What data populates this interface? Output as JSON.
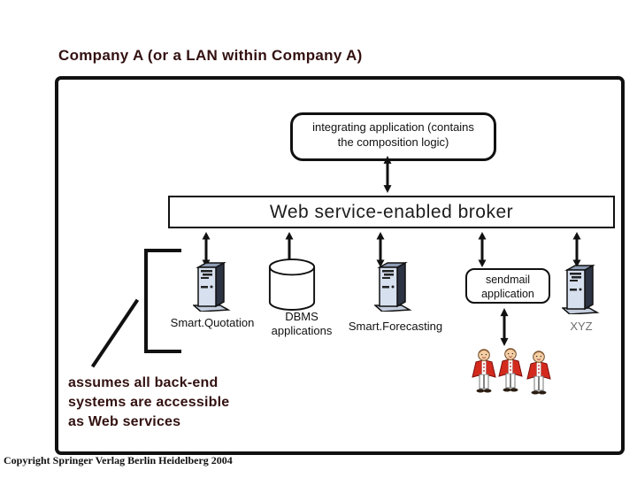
{
  "slide": {
    "title": "Company A (or a LAN within Company A)",
    "integrating_app": {
      "line1": "integrating application (contains",
      "line2": "the composition logic)"
    },
    "broker_label": "Web service-enabled broker",
    "backend": {
      "smart_quotation_label": "Smart.Quotation",
      "dbms_label_line1": "DBMS",
      "dbms_label_line2": "applications",
      "smart_forecasting_label": "Smart.Forecasting",
      "sendmail_app": {
        "line1": "sendmail",
        "line2": "application"
      },
      "xyz_label": "XYZ"
    },
    "note": {
      "line1": "assumes all back-end",
      "line2": "systems are accessible",
      "line3": "as Web services"
    },
    "copyright": "Copyright Springer Verlag Berlin Heidelberg 2004"
  },
  "colors": {
    "heading_text": "#331111",
    "broker_text": "#1d1d1d",
    "label_text": "#111111",
    "xyz_text": "#6f6f6f",
    "line_black": "#111111",
    "server_front": "#d7e0ee",
    "server_side": "#2c3342",
    "person_jacket": "#d42a1e",
    "person_skin": "#f6cfa4"
  },
  "icons": {
    "server": "server-tower-icon",
    "database": "database-cylinder-icon",
    "people": "people-group-icon",
    "double_arrow": "double-arrow-icon"
  }
}
